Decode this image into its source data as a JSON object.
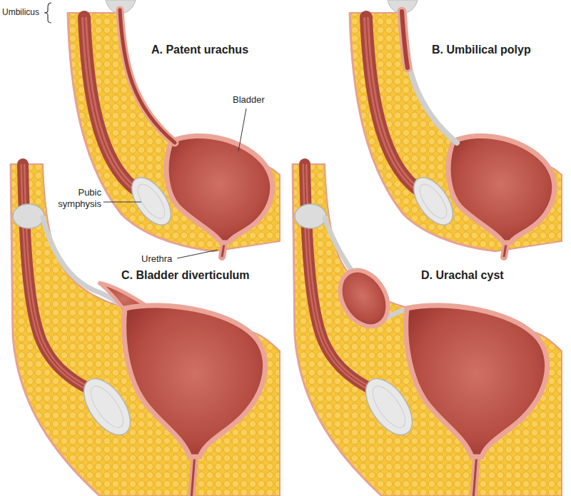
{
  "diagram": {
    "labels": [
      "Umbilicus",
      "A. Patent urachus",
      "Bladder",
      "Pubic symphysis",
      "Urethra",
      "B. Umbilical polyp",
      "C. Bladder diverticulum",
      "D. Urachal cyst"
    ]
  }
}
